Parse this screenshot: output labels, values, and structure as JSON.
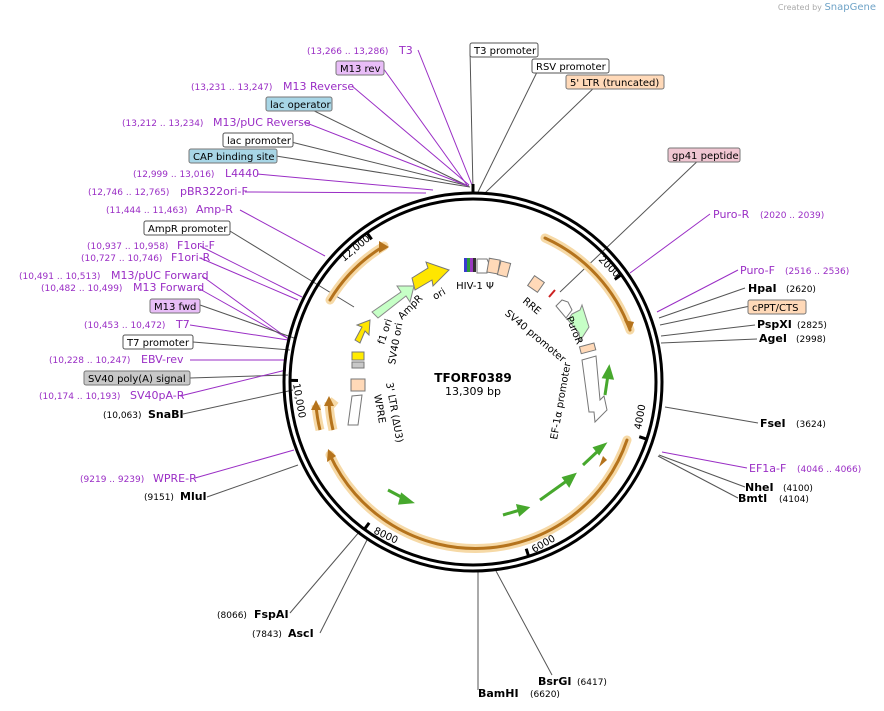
{
  "credit": {
    "prefix": "Created by",
    "brand": "SnapGene"
  },
  "plasmid": {
    "name": "TFORF0389",
    "length": "13,309 bp"
  },
  "colors": {
    "purple": "#9a2ec5",
    "black": "#000000",
    "gray": "#555555",
    "orf_fill": "#ffeb00",
    "ori_arrow": "#ffe600",
    "amp_arrow": "#c6ffc6",
    "orange_band": "#f0b040",
    "green_arrow": "#47a82d",
    "promoter_box": "#ffffff",
    "feature_peach": "#ffd9b8",
    "primer_bind_fill": "#e8bdf7",
    "cap_fill": "#a8d6e6",
    "pink_fill": "#f0c6d2",
    "gray_fill": "#c8c8c8"
  },
  "scale": [
    "2000",
    "4000",
    "6000",
    "8000",
    "10,000",
    "12,000"
  ],
  "features": {
    "t3_promoter": "T3 promoter",
    "rsv_promoter": "RSV promoter",
    "ltr5": "5' LTR (truncated)",
    "gp41": "gp41 peptide",
    "m13rev_box": "M13 rev",
    "lac_operator": "lac operator",
    "lac_promoter": "lac promoter",
    "cap": "CAP binding site",
    "ampr_promoter": "AmpR promoter",
    "m13fwd_box": "M13 fwd",
    "t7_promoter": "T7 promoter",
    "sv40pa": "SV40 poly(A) signal",
    "cppt": "cPPT/CTS"
  },
  "sites": {
    "t3": {
      "range": "(13,266 .. 13,286)",
      "name": "T3"
    },
    "m13reverse": {
      "range": "(13,231 .. 13,247)",
      "name": "M13 Reverse"
    },
    "m13puc_rev": {
      "range": "(13,212 .. 13,234)",
      "name": "M13/pUC Reverse"
    },
    "l4440": {
      "range": "(12,999 .. 13,016)",
      "name": "L4440"
    },
    "pbr322": {
      "range": "(12,746 .. 12,765)",
      "name": "pBR322ori-F"
    },
    "ampr": {
      "range": "(11,444 .. 11,463)",
      "name": "Amp-R"
    },
    "f1orif": {
      "range": "(10,937 .. 10,958)",
      "name": "F1ori-F"
    },
    "f1orir": {
      "range": "(10,727 .. 10,746)",
      "name": "F1ori-R"
    },
    "m13puc_fwd": {
      "range": "(10,491 .. 10,513)",
      "name": "M13/pUC Forward"
    },
    "m13forward": {
      "range": "(10,482 .. 10,499)",
      "name": "M13 Forward"
    },
    "t7": {
      "range": "(10,453 .. 10,472)",
      "name": "T7"
    },
    "ebvrev": {
      "range": "(10,228 .. 10,247)",
      "name": "EBV-rev"
    },
    "sv40par": {
      "range": "(10,174 .. 10,193)",
      "name": "SV40pA-R"
    },
    "snabi": {
      "pos": "(10,063)",
      "name": "SnaBI"
    },
    "wprer": {
      "range": "(9219 .. 9239)",
      "name": "WPRE-R"
    },
    "mlui": {
      "pos": "(9151)",
      "name": "MluI"
    },
    "fspai": {
      "pos": "(8066)",
      "name": "FspAI"
    },
    "asci": {
      "pos": "(7843)",
      "name": "AscI"
    },
    "bamhi": {
      "pos": "(6620)",
      "name": "BamHI"
    },
    "bsrgi": {
      "pos": "(6417)",
      "name": "BsrGI"
    },
    "puror": {
      "range": "(2020 .. 2039)",
      "name": "Puro-R"
    },
    "purof": {
      "range": "(2516 .. 2536)",
      "name": "Puro-F"
    },
    "hpai": {
      "pos": "(2620)",
      "name": "HpaI"
    },
    "pspxi": {
      "pos": "(2825)",
      "name": "PspXI"
    },
    "agei": {
      "pos": "(2998)",
      "name": "AgeI"
    },
    "fsei": {
      "pos": "(3624)",
      "name": "FseI"
    },
    "ef1af": {
      "range": "(4046 .. 4066)",
      "name": "EF1a-F"
    },
    "nhei": {
      "pos": "(4100)",
      "name": "NheI"
    },
    "bmti": {
      "pos": "(4104)",
      "name": "BmtI"
    }
  },
  "inner_labels": {
    "hiv1": "HIV-1 Ψ",
    "rre": "RRE",
    "sv40promoter": "SV40 promoter",
    "puror": "PuroR",
    "ef1a": "EF-1α promoter",
    "ori": "ori",
    "ampr": "AmpR",
    "f1ori": "f1 ori",
    "sv40ori": "SV40 ori",
    "ltr3": "3' LTR (ΔU3)",
    "wpre": "WPRE"
  }
}
